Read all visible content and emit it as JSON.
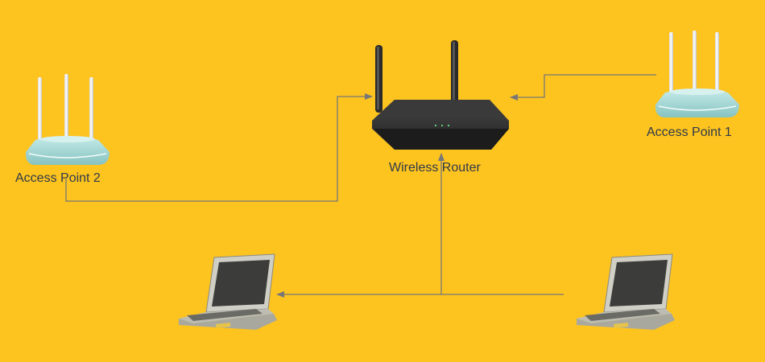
{
  "colors": {
    "background": "#FDC31F",
    "connector": "#777777",
    "router_body": "#2b2b2b",
    "access_point_body": "#9ed3d1",
    "laptop_body": "#c9c9c0",
    "laptop_screen": "#3c3c3a"
  },
  "devices": {
    "router": {
      "label": "Wireless Router",
      "icon": "wireless-router-icon"
    },
    "access_point_1": {
      "label": "Access Point 1",
      "icon": "access-point-icon"
    },
    "access_point_2": {
      "label": "Access Point 2",
      "icon": "access-point-icon"
    },
    "laptop_left": {
      "icon": "laptop-icon"
    },
    "laptop_right": {
      "icon": "laptop-icon"
    }
  },
  "connections": [
    {
      "from": "access_point_1",
      "to": "router"
    },
    {
      "from": "access_point_2",
      "to": "router"
    },
    {
      "from": "laptop_right",
      "to": "router"
    },
    {
      "from": "laptop_right",
      "to": "laptop_left"
    }
  ]
}
